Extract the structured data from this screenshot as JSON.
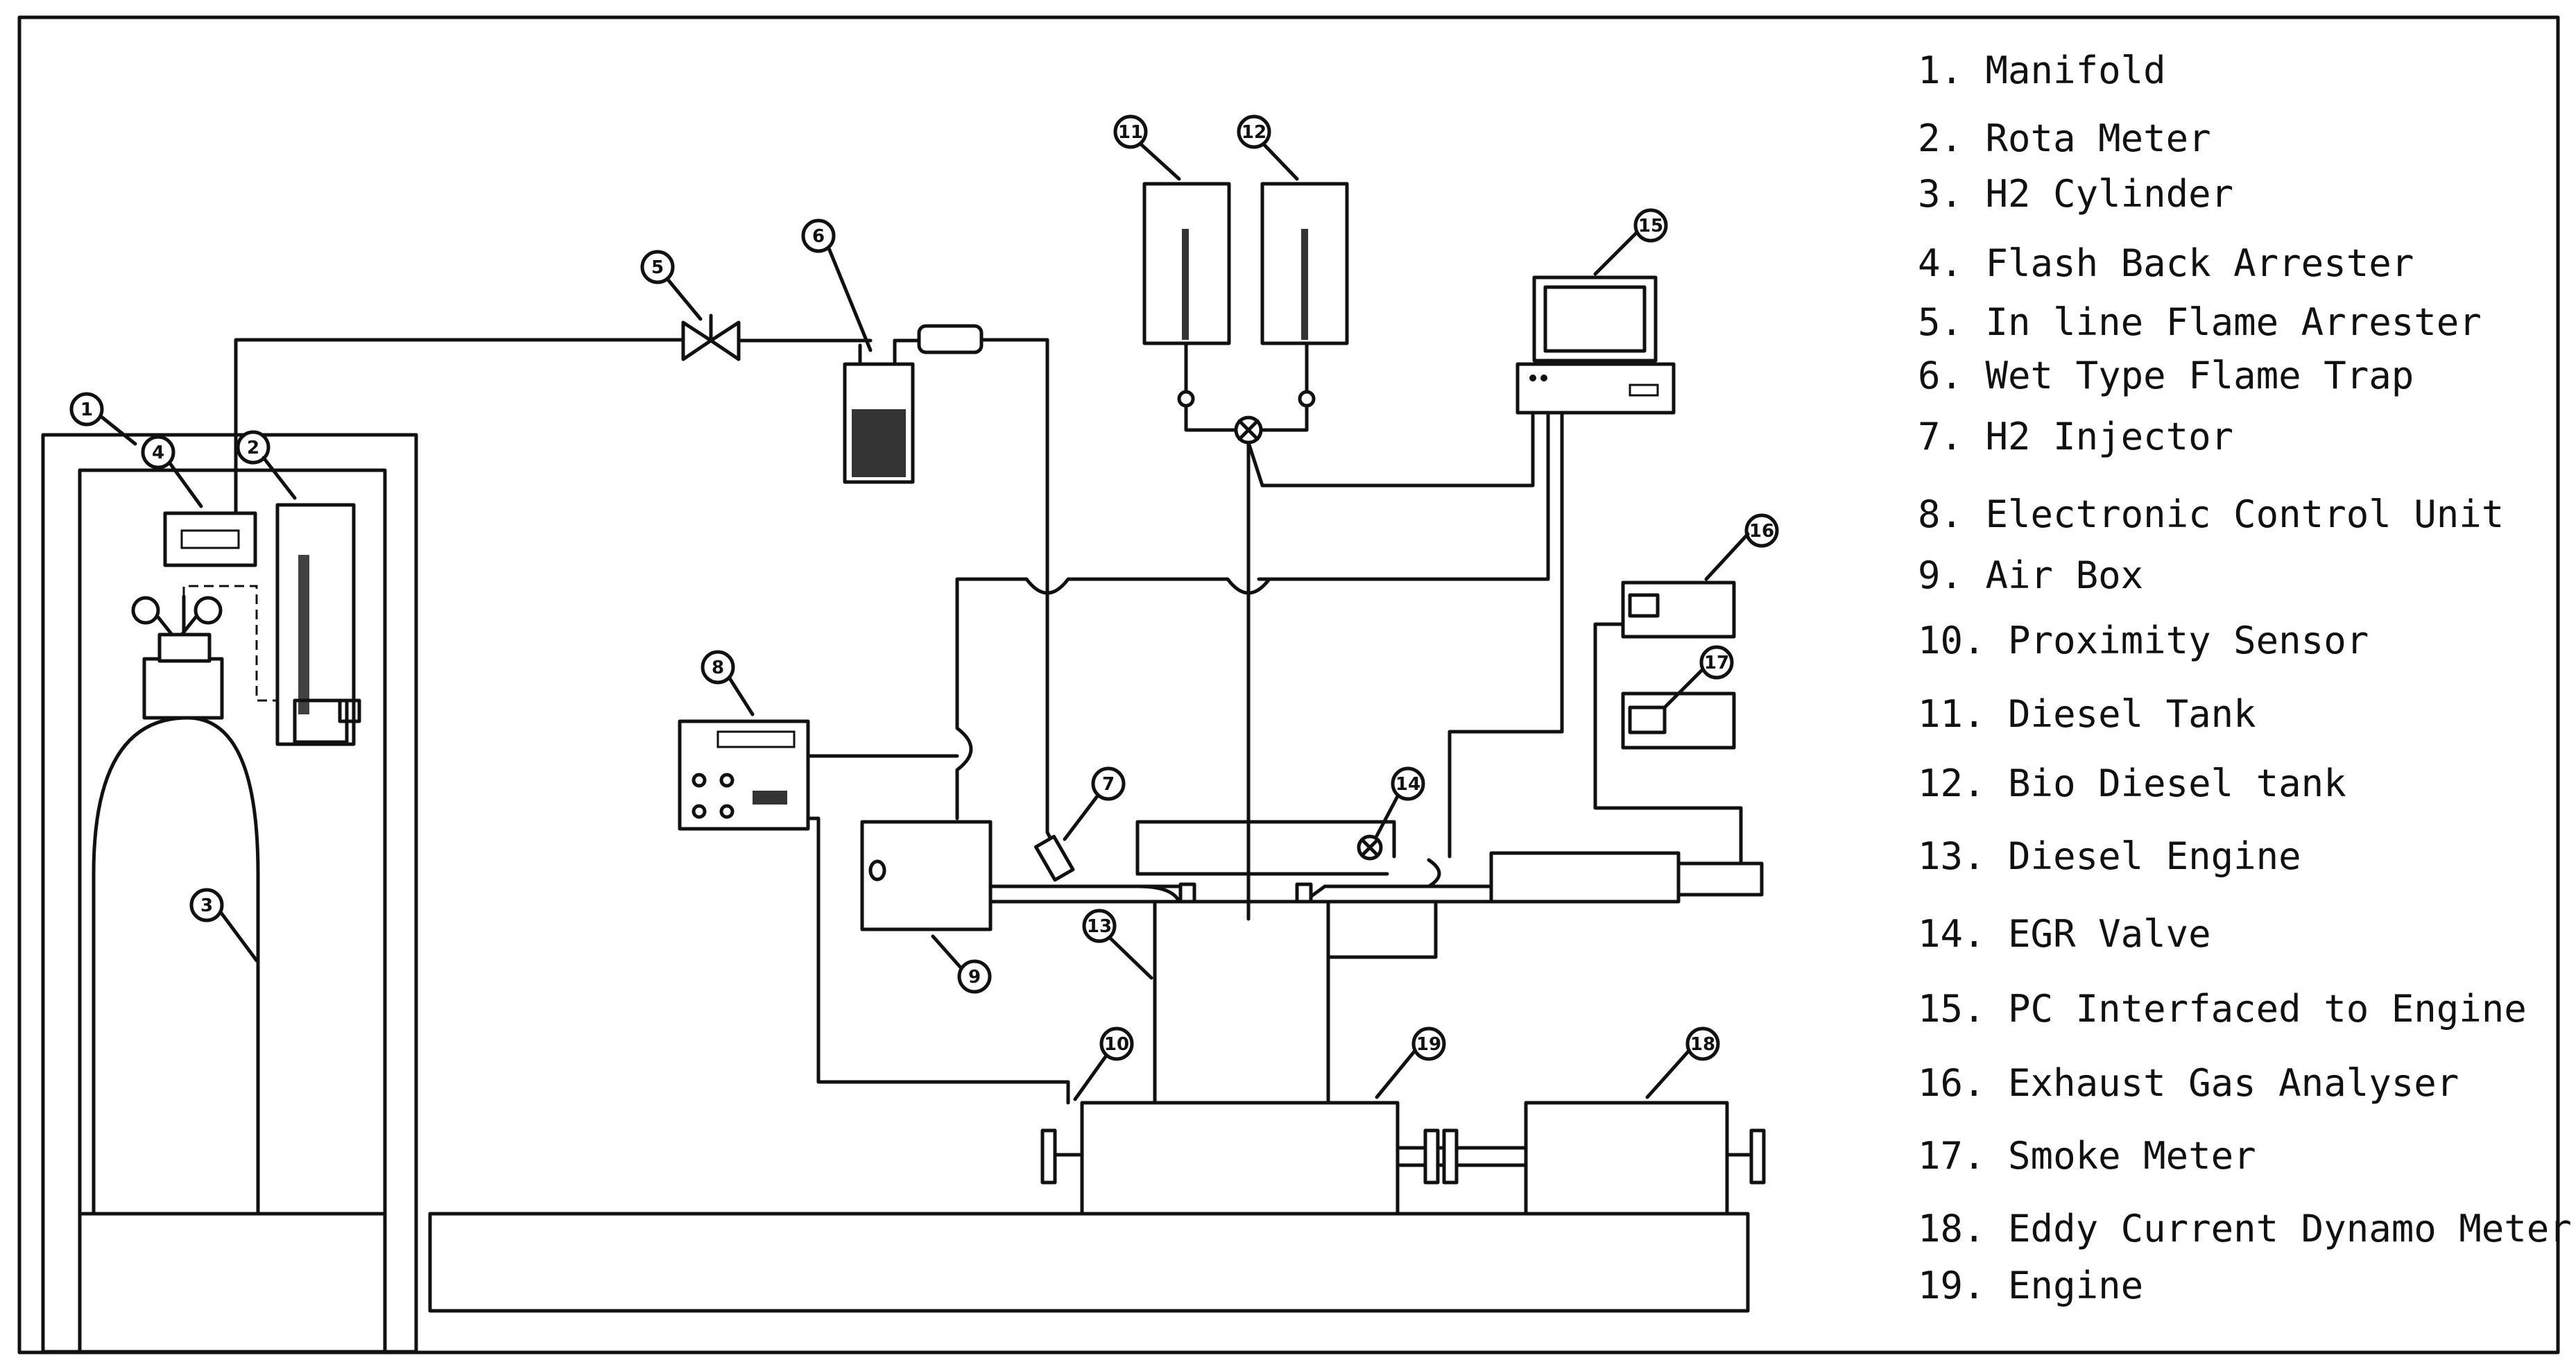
{
  "legend": [
    "1. Manifold",
    "2. Rota Meter",
    "3. H2 Cylinder",
    "4. Flash Back Arrester",
    "5. In line Flame Arrester",
    "6. Wet Type Flame Trap",
    "7. H2 Injector",
    "8. Electronic Control Unit",
    "9. Air Box",
    "10. Proximity Sensor",
    "11. Diesel Tank",
    "12. Bio Diesel tank",
    "13. Diesel Engine",
    "14. EGR Valve",
    "15. PC Interfaced to Engine",
    "16. Exhaust Gas Analyser",
    "17. Smoke Meter",
    "18. Eddy Current Dynamo Meter",
    "19. Engine"
  ],
  "markers": {
    "m1": "1",
    "m2": "2",
    "m3": "3",
    "m4": "4",
    "m5": "5",
    "m6": "6",
    "m7": "7",
    "m8": "8",
    "m9": "9",
    "m10": "10",
    "m11": "11",
    "m12": "12",
    "m13": "13",
    "m14": "14",
    "m15": "15",
    "m16": "16",
    "m17": "17",
    "m18": "18",
    "m19": "19"
  }
}
